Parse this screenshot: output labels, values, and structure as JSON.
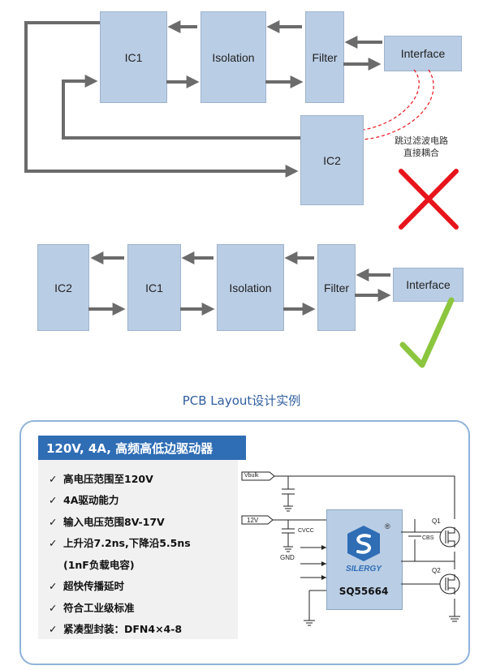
{
  "top_diagram": {
    "blocks": {
      "ic1": "IC1",
      "isolation": "Isolation",
      "filter": "Filter",
      "interface": "Interface",
      "ic2": "IC2"
    },
    "note_line1": "跳过滤波电路",
    "note_line2": "直接耦合",
    "verdict": "wrong",
    "verdict_color": "#e8141b"
  },
  "bottom_diagram": {
    "blocks": {
      "ic2": "IC2",
      "ic1": "IC1",
      "isolation": "Isolation",
      "filter": "Filter",
      "interface": "Interface"
    },
    "verdict": "correct",
    "verdict_color": "#8cc63e"
  },
  "caption": "PCB Layout设计实例",
  "product_card": {
    "title": "120V, 4A, 高频高低边驱动器",
    "features": [
      "高电压范围至120V",
      "4A驱动能力",
      "输入电压范围8V-17V",
      "上升沿7.2ns,下降沿5.5ns",
      "(1nF负载电容)",
      "超快传播延时",
      "符合工业级标准",
      "紧凑型封装：DFN4×4-8"
    ],
    "feature_has_check": [
      true,
      true,
      true,
      true,
      false,
      true,
      true,
      true
    ],
    "schematic": {
      "vbulk_label": "Vbulk",
      "v12_label": "12V",
      "cvcc_label": "CVCC",
      "gnd_label": "GND",
      "cbs_label": "CBS",
      "q1_label": "Q1",
      "q2_label": "Q2",
      "chip_label": "SQ55664",
      "logo_text": "SILERGY",
      "registered_mark": "®"
    },
    "accent_color": "#2f6db5",
    "border_color": "#8fb3d9"
  }
}
